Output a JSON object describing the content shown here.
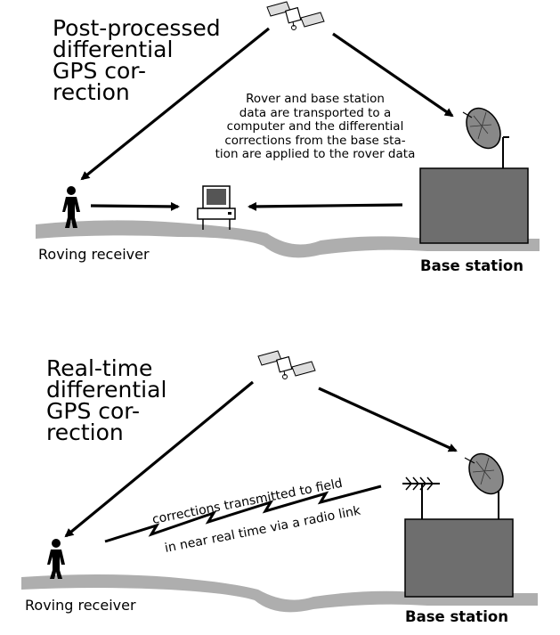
{
  "top_panel": {
    "title": "Post-processed\ndifferential\nGPS cor-\nrection",
    "caption": "Rover and base station\ndata are transported to a\ncomputer and the differential\ncorrections from the base sta-\ntion are applied to the rover data",
    "rover_label": "Roving receiver",
    "base_label": "Base station"
  },
  "bottom_panel": {
    "title": "Real-time\ndifferential\nGPS cor-\nrection",
    "radio_text_line1": "corrections transmitted to field",
    "radio_text_line2": "in near real time via a radio link",
    "rover_label": "Roving receiver",
    "base_label": "Base station"
  },
  "colors": {
    "ground": "#aeaeae",
    "building": "#6e6e6e",
    "ink": "#000000"
  }
}
